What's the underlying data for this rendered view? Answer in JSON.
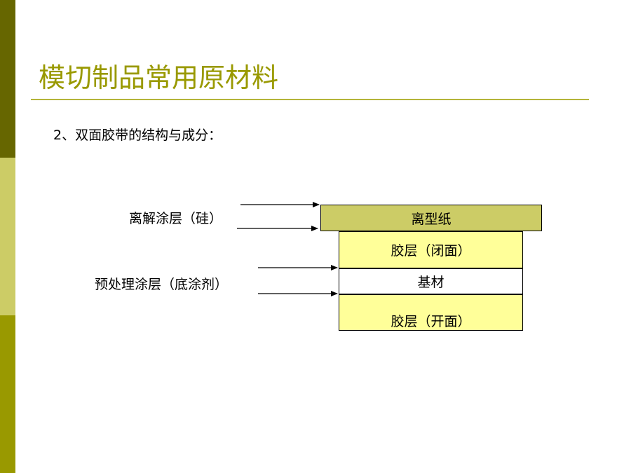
{
  "title": "模切制品常用原材料",
  "subtitle": "2、双面胶带的结构与成分：",
  "layers": {
    "release_paper": "离型纸",
    "adhesive_closed": "胶层（闭面）",
    "substrate": "基材",
    "adhesive_open": "胶层（开面）"
  },
  "callouts": {
    "release_coating": "离解涂层（硅）",
    "primer_coating": "预处理涂层（底涂剂）"
  },
  "colors": {
    "band_dark": "#666600",
    "band_light": "#CCCC66",
    "band_mid": "#999900",
    "title": "#999900",
    "release_paper_fill": "#CCCC66",
    "adhesive_fill": "#FFFF99"
  }
}
